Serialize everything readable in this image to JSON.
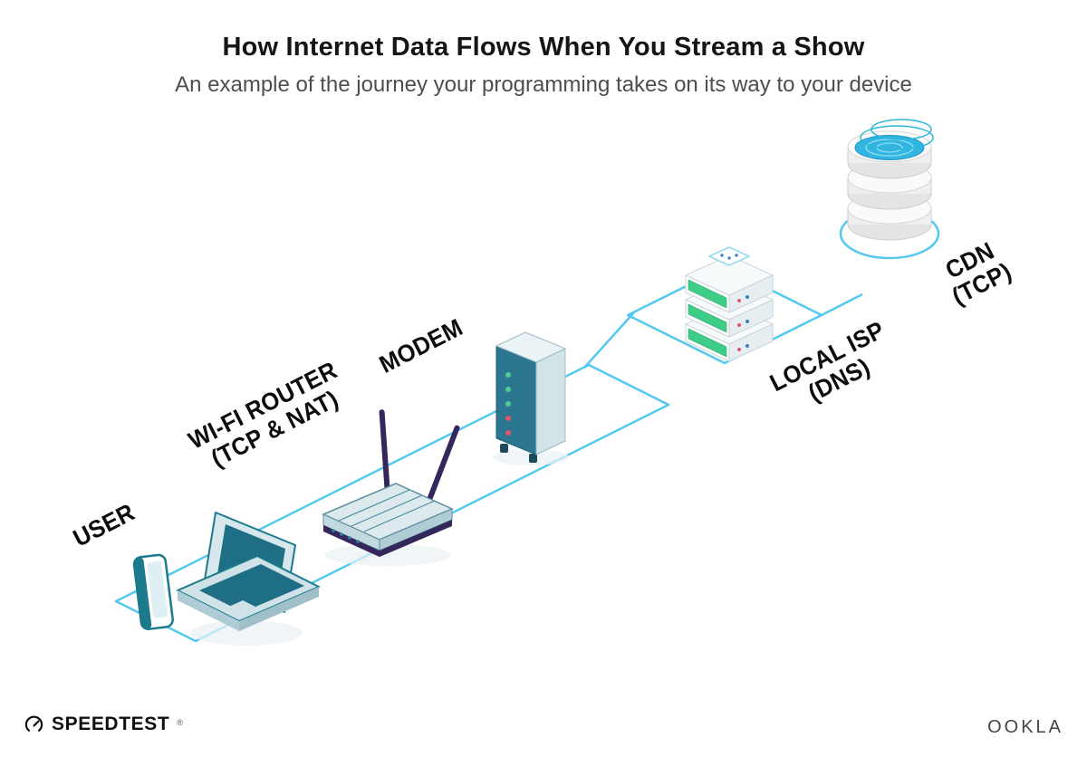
{
  "title": "How Internet Data Flows When You Stream a Show",
  "subtitle": "An example of the journey your programming takes on its way to your device",
  "nodes": [
    {
      "id": "user",
      "label": "USER"
    },
    {
      "id": "wifi-router",
      "label": "WI-FI ROUTER",
      "sublabel": "(TCP & NAT)"
    },
    {
      "id": "modem",
      "label": "MODEM"
    },
    {
      "id": "local-isp",
      "label": "LOCAL ISP",
      "sublabel": "(DNS)"
    },
    {
      "id": "cdn",
      "label": "CDN",
      "sublabel": "(TCP)"
    }
  ],
  "footer": {
    "speedtest_wordmark": "SPEEDTEST",
    "speedtest_mark": "®",
    "ookla_wordmark": "OOKLA"
  },
  "colors": {
    "connection_line": "#55C8F0",
    "device_teal": "#1B7A8C",
    "device_teal_dark": "#1E6F86",
    "antenna_navy": "#35265B",
    "server_green": "#3ECD86",
    "cdn_blue": "#33B5E2",
    "led_green": "#52CD92",
    "led_red": "#E2566B",
    "dot_blue": "#3B82C4"
  }
}
